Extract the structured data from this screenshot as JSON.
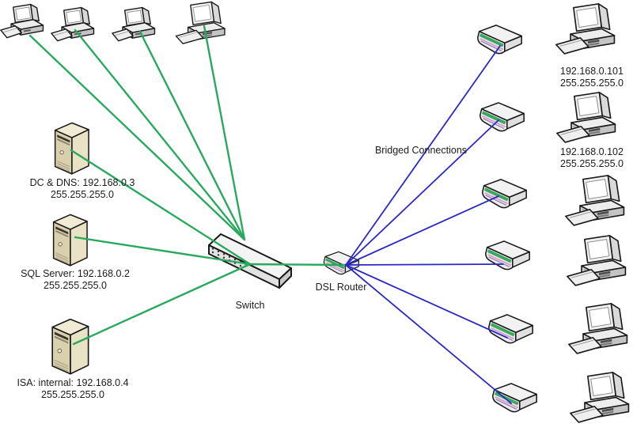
{
  "diagram": {
    "kind": "network-topology",
    "colors": {
      "background": "#ffffff",
      "lan_link": "#29a95e",
      "bridged_link": "#2929c4",
      "text": "#1c1c1c",
      "server_body": "#d9d0ad",
      "modem_stripe_green": "#3aa85c",
      "modem_stripe_pink": "#d8a0cc"
    },
    "labels": {
      "switch": "Switch",
      "router": "DSL Router",
      "bridged_caption": "Bridged Connections"
    },
    "servers": [
      {
        "name": "DC & DNS: 192.168.0.3",
        "mask": "255.255.255.0"
      },
      {
        "name": "SQL Server: 192.168.0.2",
        "mask": "255.255.255.0"
      },
      {
        "name": "ISA: internal: 192.168.0.4",
        "mask": "255.255.255.0"
      }
    ],
    "remote_pc_labels": [
      {
        "ip": "192.168.0.101",
        "mask": "255.255.255.0"
      },
      {
        "ip": "192.168.0.102",
        "mask": "255.255.255.0"
      }
    ],
    "counts": {
      "workstations": 4,
      "modems": 6,
      "remote_pcs": 6
    }
  }
}
